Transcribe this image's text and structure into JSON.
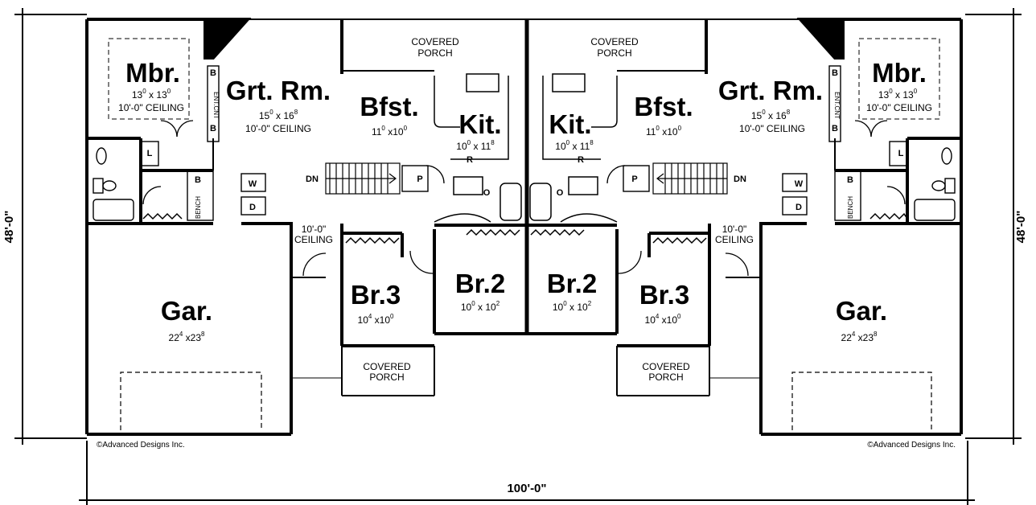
{
  "plan": {
    "overall_width": "100'-0\"",
    "overall_depth": "48'-0\"",
    "copyright": "©Advanced Designs Inc."
  },
  "rooms": {
    "mbr": {
      "name": "Mbr.",
      "w": "13",
      "wi": "0",
      "d": "13",
      "di": "0",
      "ceiling": "10'-0\" CEILING"
    },
    "grt": {
      "name": "Grt. Rm.",
      "w": "15",
      "wi": "0",
      "d": "16",
      "di": "8",
      "ceiling": "10'-0\" CEILING"
    },
    "bfst": {
      "name": "Bfst.",
      "w": "11",
      "wi": "0",
      "d": "10",
      "di": "0"
    },
    "kit": {
      "name": "Kit.",
      "w": "10",
      "wi": "0",
      "d": "11",
      "di": "8"
    },
    "br2": {
      "name": "Br.2",
      "w": "10",
      "wi": "0",
      "d": "10",
      "di": "2"
    },
    "br3": {
      "name": "Br.3",
      "w": "10",
      "wi": "4",
      "d": "10",
      "di": "0"
    },
    "gar": {
      "name": "Gar.",
      "w": "22",
      "wi": "4",
      "d": "23",
      "di": "8"
    },
    "hall_ceiling": {
      "line1": "10'-0\"",
      "line2": "CEILING"
    }
  },
  "labels": {
    "covered": "COVERED",
    "porch": "PORCH",
    "dn": "DN",
    "bench": "BENCH",
    "ent_cnt": "ENT.CNT",
    "b": "B",
    "l": "L",
    "w": "W",
    "d": "D",
    "p": "P",
    "r": "R",
    "o": "O",
    "x": "x"
  }
}
